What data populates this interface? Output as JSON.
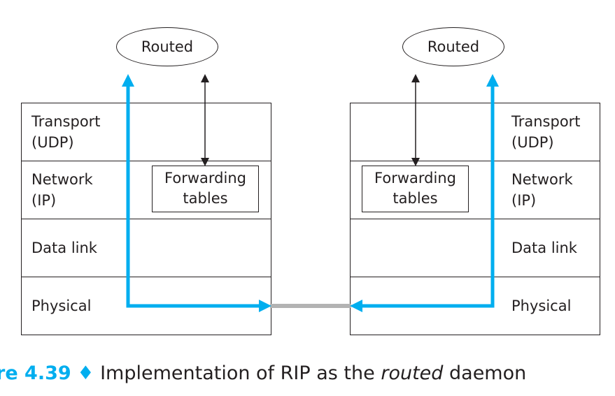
{
  "diagram": {
    "left_host": {
      "daemon": "Routed",
      "layers": [
        {
          "label": "Transport\n(UDP)"
        },
        {
          "label": "Network\n(IP)"
        },
        {
          "label": "Data link"
        },
        {
          "label": "Physical"
        }
      ],
      "forwarding_box": "Forwarding\ntables"
    },
    "right_host": {
      "daemon": "Routed",
      "layers": [
        {
          "label": "Transport\n(UDP)"
        },
        {
          "label": "Network\n(IP)"
        },
        {
          "label": "Data link"
        },
        {
          "label": "Physical"
        }
      ],
      "forwarding_box": "Forwarding\ntables"
    },
    "colors": {
      "message_path": "#00aeef",
      "physical_link": "#b3b3b3",
      "line": "#231f20",
      "figure_number": "#00aeef"
    }
  },
  "caption": {
    "figure_number": "re 4.39",
    "separator": "♦",
    "text_before": "Implementation of RIP as the",
    "text_italic": "routed",
    "text_after": "daemon"
  }
}
